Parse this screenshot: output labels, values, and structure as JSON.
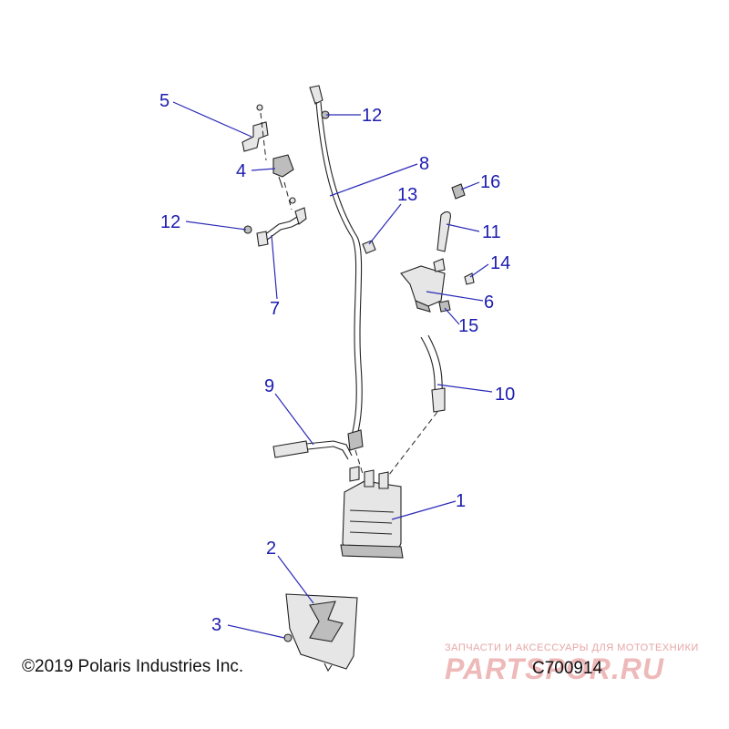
{
  "callouts": {
    "c1": "1",
    "c2": "2",
    "c3": "3",
    "c4": "4",
    "c5": "5",
    "c6": "6",
    "c7": "7",
    "c8": "8",
    "c9": "9",
    "c10": "10",
    "c11": "11",
    "c12a": "12",
    "c12b": "12",
    "c13": "13",
    "c14": "14",
    "c15": "15",
    "c16": "16"
  },
  "footer": {
    "copyright": "©2019 Polaris Industries Inc.",
    "diagram_code": "C700914"
  },
  "watermark": {
    "tagline": "ЗАПЧАСТИ И АКСЕССУАРЫ ДЛЯ МОТОТЕХНИКИ",
    "brand": "PARTSPOR.RU"
  },
  "colors": {
    "callout": "#1c1cb0",
    "watermark": "#e7a5a5"
  }
}
